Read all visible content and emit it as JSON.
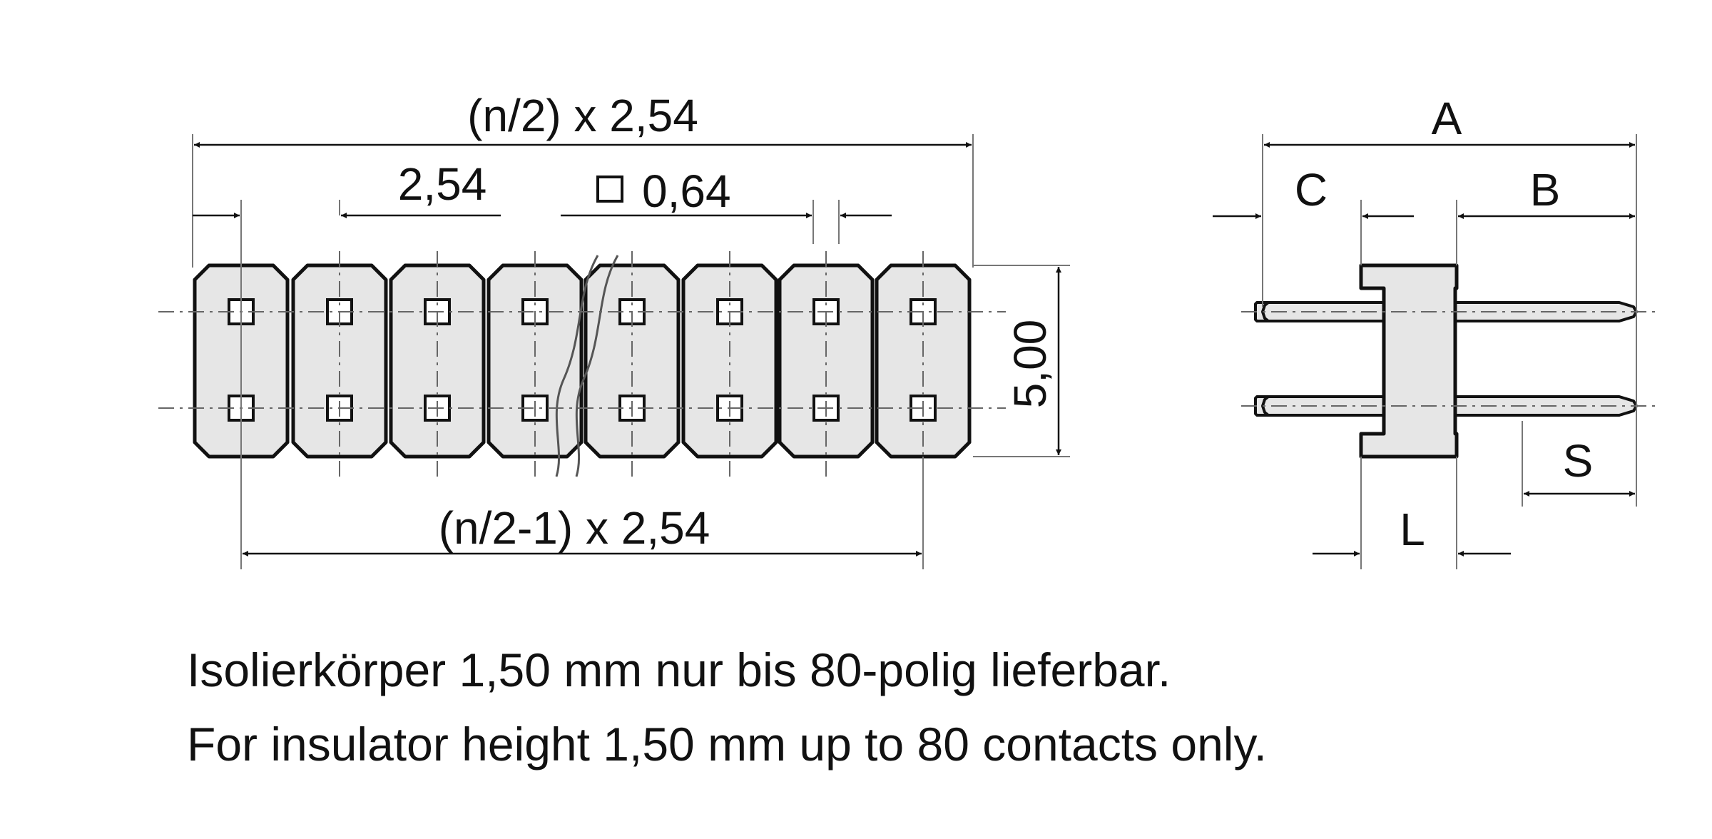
{
  "dimensions": {
    "overall_length": "(n/2) x 2,54",
    "pitch": "2,54",
    "pin_size": "0,64",
    "height": "5,00",
    "pin_span": "(n/2-1) x 2,54"
  },
  "side_view": {
    "label_a": "A",
    "label_b": "B",
    "label_c": "C",
    "label_l": "L",
    "label_s": "S"
  },
  "notes": {
    "german": "Isolierkörper 1,50 mm nur bis 80-polig lieferbar.",
    "english": "For insulator height 1,50 mm up to 80 contacts only."
  },
  "colors": {
    "ink": "#111111",
    "body_fill": "#e6e6e6",
    "dim_line": "#8a8a8a"
  }
}
